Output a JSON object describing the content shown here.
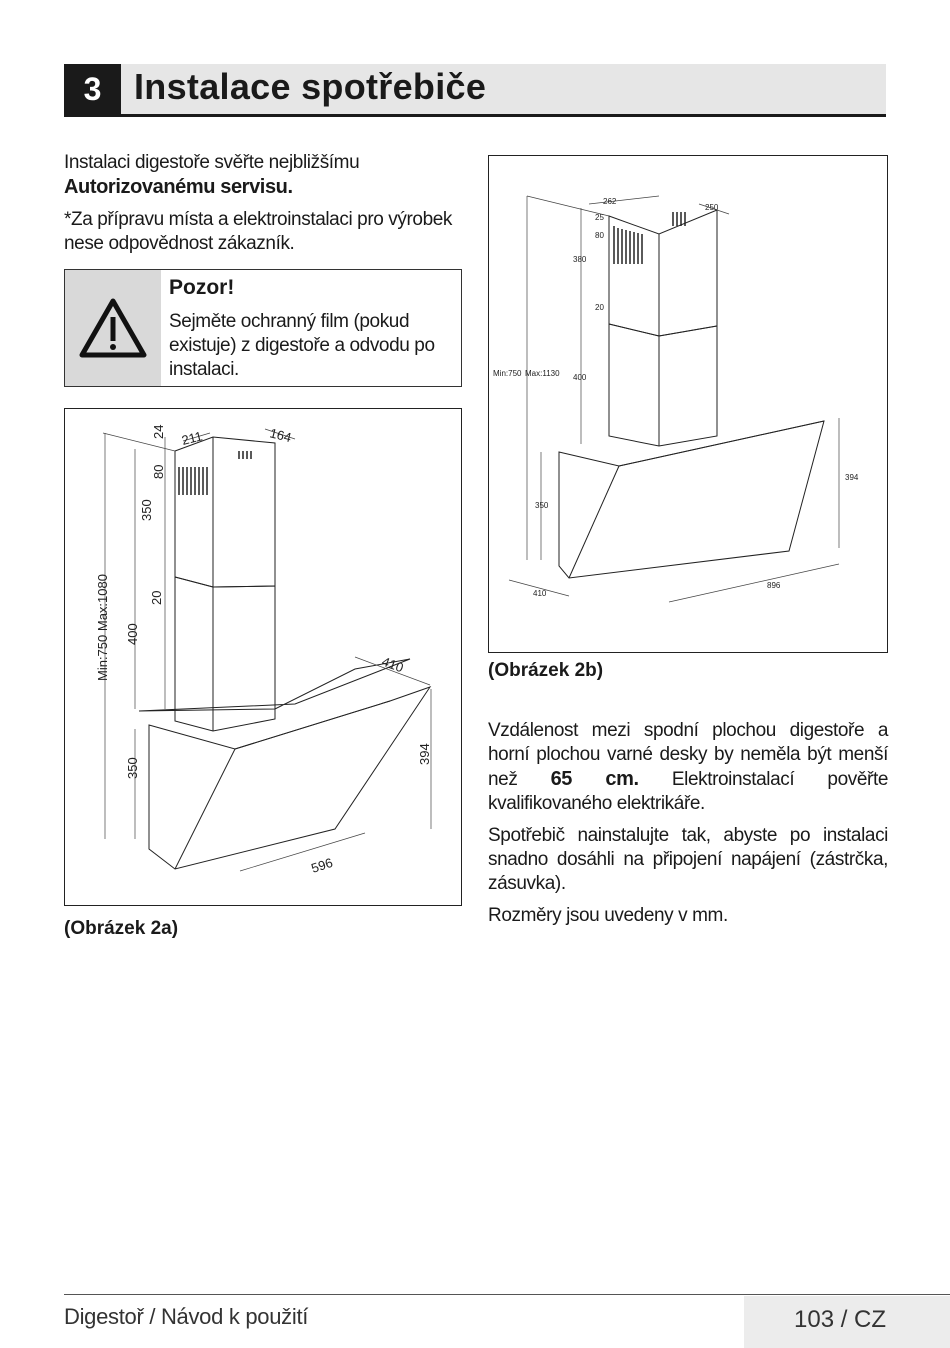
{
  "header": {
    "number": "3",
    "title": "Instalace spotřebiče"
  },
  "intro": {
    "line1": "Instalaci digestoře svěřte nejbližšímu",
    "line1_bold": "Autorizovanému servisu.",
    "line2": "*Za přípravu místa a elektroinstalaci pro výrobek nese odpovědnost zákazník."
  },
  "warning": {
    "icon": "warning-triangle-icon",
    "title": "Pozor!",
    "text": "Sejměte ochranný film (pokud existuje) z digestoře a odvodu po instalaci."
  },
  "figure_a": {
    "caption": "(Obrázek 2a)",
    "labels": {
      "d211": "211",
      "d164": "164",
      "d24": "24",
      "d80": "80",
      "d350_top": "350",
      "d20": "20",
      "d400": "400",
      "minmax": "Min:750  Max:1080",
      "d410": "410",
      "d394": "394",
      "d350_bottom": "350",
      "d596": "596"
    }
  },
  "figure_b": {
    "caption": "(Obrázek 2b)",
    "labels": {
      "d262": "262",
      "d250": "250",
      "d25": "25",
      "d80": "80",
      "d380": "380",
      "d20": "20",
      "min": "Min:750",
      "max": "Max:1130",
      "d400": "400",
      "d350": "350",
      "d394": "394",
      "d896": "896",
      "d410": "410"
    }
  },
  "body": {
    "p1_start": "Vzdálenost mezi spodní plochou digestoře a horní plochou varné desky by neměla být menší než",
    "p1_bold": "65 cm.",
    "p1_end": "Elektroinstalací pověřte kvalifikovaného elektrikáře.",
    "p2": "Spotřebič nainstalujte tak, abyste po instalaci snadno dosáhli na připojení napájení (zástrčka, zásuvka).",
    "p3": "Rozměry jsou uvedeny v mm."
  },
  "footer": {
    "left": "Digestoř / Návod k použití",
    "right": "103 / CZ"
  }
}
